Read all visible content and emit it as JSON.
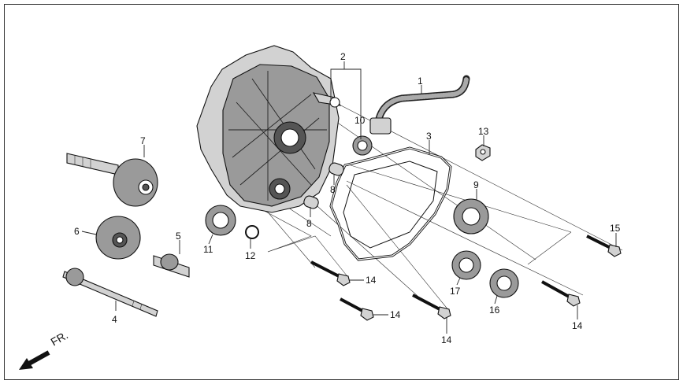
{
  "diagram": {
    "direction_label": "FR.",
    "callouts": [
      {
        "id": "c1",
        "label": "1"
      },
      {
        "id": "c2",
        "label": "2"
      },
      {
        "id": "c3",
        "label": "3"
      },
      {
        "id": "c4",
        "label": "4"
      },
      {
        "id": "c5",
        "label": "5"
      },
      {
        "id": "c6",
        "label": "6"
      },
      {
        "id": "c7",
        "label": "7"
      },
      {
        "id": "c8a",
        "label": "8"
      },
      {
        "id": "c8b",
        "label": "8"
      },
      {
        "id": "c9",
        "label": "9"
      },
      {
        "id": "c10",
        "label": "10"
      },
      {
        "id": "c11",
        "label": "11"
      },
      {
        "id": "c12",
        "label": "12"
      },
      {
        "id": "c13",
        "label": "13"
      },
      {
        "id": "c14a",
        "label": "14"
      },
      {
        "id": "c14b",
        "label": "14"
      },
      {
        "id": "c14c",
        "label": "14"
      },
      {
        "id": "c14d",
        "label": "14"
      },
      {
        "id": "c15",
        "label": "15"
      },
      {
        "id": "c16",
        "label": "16"
      },
      {
        "id": "c17",
        "label": "17"
      }
    ]
  }
}
